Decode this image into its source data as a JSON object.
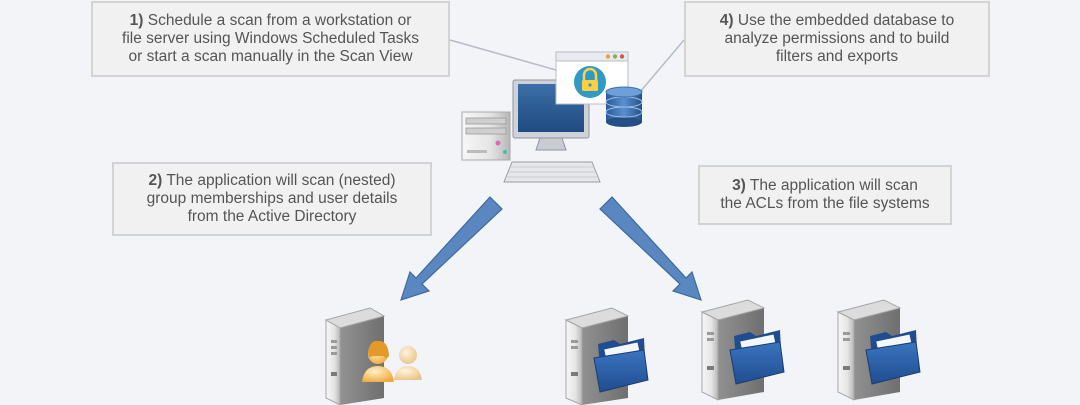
{
  "steps": [
    {
      "num": "1)",
      "lines": [
        "Schedule  a scan from a workstation or",
        "file server using Windows Scheduled Tasks",
        "or start a scan manually in the Scan View"
      ]
    },
    {
      "num": "2)",
      "lines": [
        "The application will scan (nested)",
        "group memberships and user details",
        "from the Active Directory"
      ]
    },
    {
      "num": "3)",
      "lines": [
        "The application will scan",
        "the ACLs from the file systems"
      ]
    },
    {
      "num": "4)",
      "lines": [
        "Use the embedded database to",
        "analyze permissions and to build",
        "filters and exports"
      ]
    }
  ],
  "icons": {
    "workstation": "workstation-icon",
    "lock": "padlock-icon",
    "database": "database-icon",
    "ad_server": "active-directory-server-icon",
    "users": "users-icon",
    "file_server": "file-server-icon",
    "folder": "folder-icon"
  },
  "colors": {
    "arrow": "#5b87c0",
    "arrow_stroke": "#3e6a9f",
    "lock": "#2f9ac6",
    "folder": "#2f5fa0",
    "user": "#f2b84b"
  }
}
